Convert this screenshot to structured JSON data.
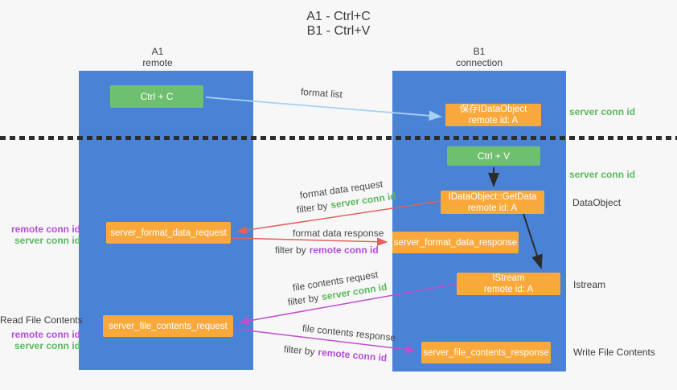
{
  "title": {
    "line1": "A1 - Ctrl+C",
    "line2": "B1 - Ctrl+V"
  },
  "columns": {
    "a1": {
      "name": "A1",
      "role": "remote"
    },
    "b1": {
      "name": "B1",
      "role": "connection"
    }
  },
  "nodes": {
    "ctrl_c": {
      "label": "Ctrl + C"
    },
    "ctrl_v": {
      "label": "Ctrl + V"
    },
    "save_idataobject": {
      "line1": "保存IDataObject",
      "line2": "remote id: A"
    },
    "idataobject_getdata": {
      "line1": "IDataObject::GetData",
      "line2": "remote id: A"
    },
    "istream": {
      "line1": "IStream",
      "line2": "remote id: A"
    },
    "server_format_data_request": {
      "label": "server_format_data_request"
    },
    "server_format_data_response": {
      "label": "server_format_data_response"
    },
    "server_file_contents_request": {
      "label": "server_file_contents_request"
    },
    "server_file_contents_response": {
      "label": "server_file_contents_response"
    }
  },
  "arrow_labels": {
    "format_list": "format list",
    "filter_by": "filter by",
    "server_conn_id": "server conn id",
    "remote_conn_id": "remote conn id",
    "format_data_request": "format data request",
    "format_data_response": "format data response",
    "file_contents_request": "file contents request",
    "file_contents_response": "file contents response"
  },
  "side_labels": {
    "server_conn_id_top": "server conn id",
    "server_conn_id_mid": "server conn id",
    "dataobject": "DataObject",
    "istream": "Istream",
    "write_file_contents": "Write File Contents",
    "read_file_contents": "Read File Contents",
    "remote_conn_id": "remote conn id",
    "server_conn_id": "server conn id"
  },
  "colors": {
    "column_blue": "#4a82d6",
    "box_green": "#6fbf70",
    "box_orange": "#f9a93c",
    "text_green": "#5cb85c",
    "text_purple": "#b14fd4",
    "arrow_red": "#e4615c",
    "arrow_magenta": "#bf4fcc",
    "arrow_lightblue": "#a6d2f2",
    "arrow_black": "#2b2b2b"
  }
}
